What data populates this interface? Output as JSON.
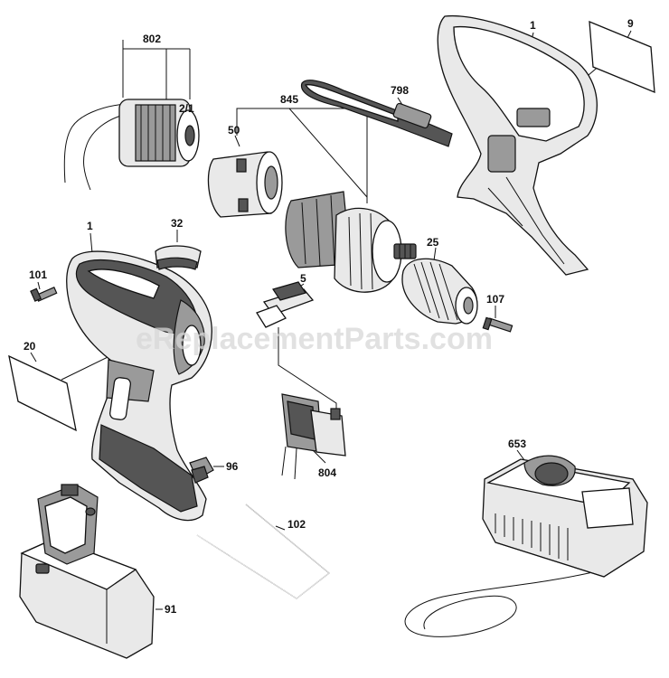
{
  "watermark": "eReplacementParts.com",
  "labels": {
    "p802": "802",
    "p2_1": "2/1",
    "p845": "845",
    "p50": "50",
    "p798": "798",
    "p1_top": "1",
    "p9": "9",
    "p1_left": "1",
    "p32": "32",
    "p101": "101",
    "p5": "5",
    "p25": "25",
    "p107": "107",
    "p20": "20",
    "p96": "96",
    "p804": "804",
    "p653": "653",
    "p102": "102",
    "p91": "91"
  }
}
